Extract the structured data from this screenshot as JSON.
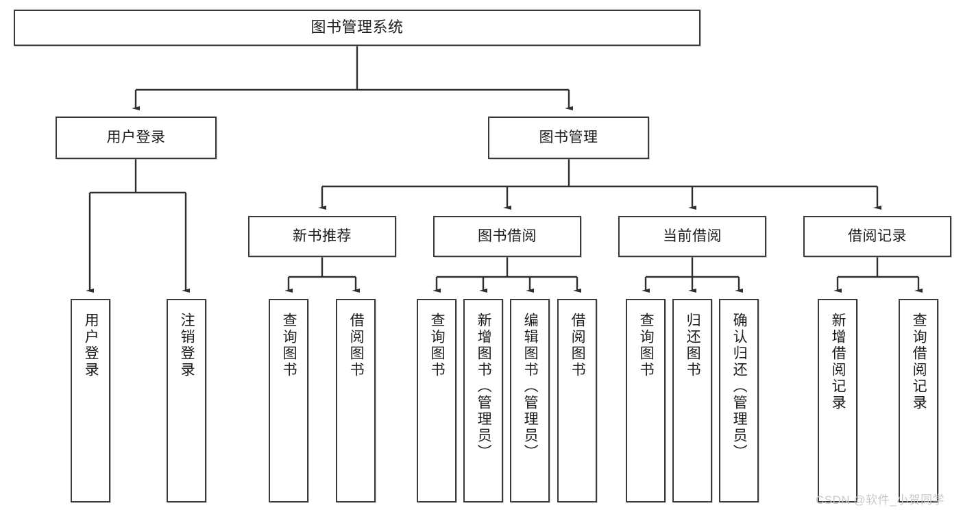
{
  "diagram": {
    "type": "tree",
    "title": "图书管理系统",
    "watermark": "CSDN @软件_小贺同学",
    "colors": {
      "stroke": "#3a3a3a",
      "fill": "#ffffff",
      "text": "#1c1c1c",
      "watermark": "#c9c9c9",
      "background": "#ffffff"
    },
    "levels": {
      "root": {
        "label": "图书管理系统"
      },
      "level2": [
        {
          "id": "user-login",
          "label": "用户登录"
        },
        {
          "id": "book-manage",
          "label": "图书管理"
        }
      ],
      "level3": [
        {
          "id": "new-book-rec",
          "label": "新书推荐"
        },
        {
          "id": "book-borrow",
          "label": "图书借阅"
        },
        {
          "id": "current-borrow",
          "label": "当前借阅"
        },
        {
          "id": "borrow-record",
          "label": "借阅记录"
        }
      ],
      "leaves": [
        {
          "id": "leaf-user-login",
          "label": "用户登录",
          "parent": "user-login"
        },
        {
          "id": "leaf-logout",
          "label": "注销登录",
          "parent": "user-login"
        },
        {
          "id": "leaf-query-book-1",
          "label": "查询图书",
          "parent": "new-book-rec"
        },
        {
          "id": "leaf-borrow-book-1",
          "label": "借阅图书",
          "parent": "new-book-rec"
        },
        {
          "id": "leaf-query-book-2",
          "label": "查询图书",
          "parent": "book-borrow"
        },
        {
          "id": "leaf-add-book",
          "label": "新增图书（管理员）",
          "parent": "book-borrow"
        },
        {
          "id": "leaf-edit-book",
          "label": "编辑图书（管理员）",
          "parent": "book-borrow"
        },
        {
          "id": "leaf-borrow-book-2",
          "label": "借阅图书",
          "parent": "book-borrow"
        },
        {
          "id": "leaf-query-book-3",
          "label": "查询图书",
          "parent": "current-borrow"
        },
        {
          "id": "leaf-return-book",
          "label": "归还图书",
          "parent": "current-borrow"
        },
        {
          "id": "leaf-confirm-return",
          "label": "确认归还（管理员）",
          "parent": "current-borrow"
        },
        {
          "id": "leaf-add-record",
          "label": "新增借阅记录",
          "parent": "borrow-record"
        },
        {
          "id": "leaf-query-record",
          "label": "查询借阅记录",
          "parent": "borrow-record"
        }
      ]
    }
  }
}
